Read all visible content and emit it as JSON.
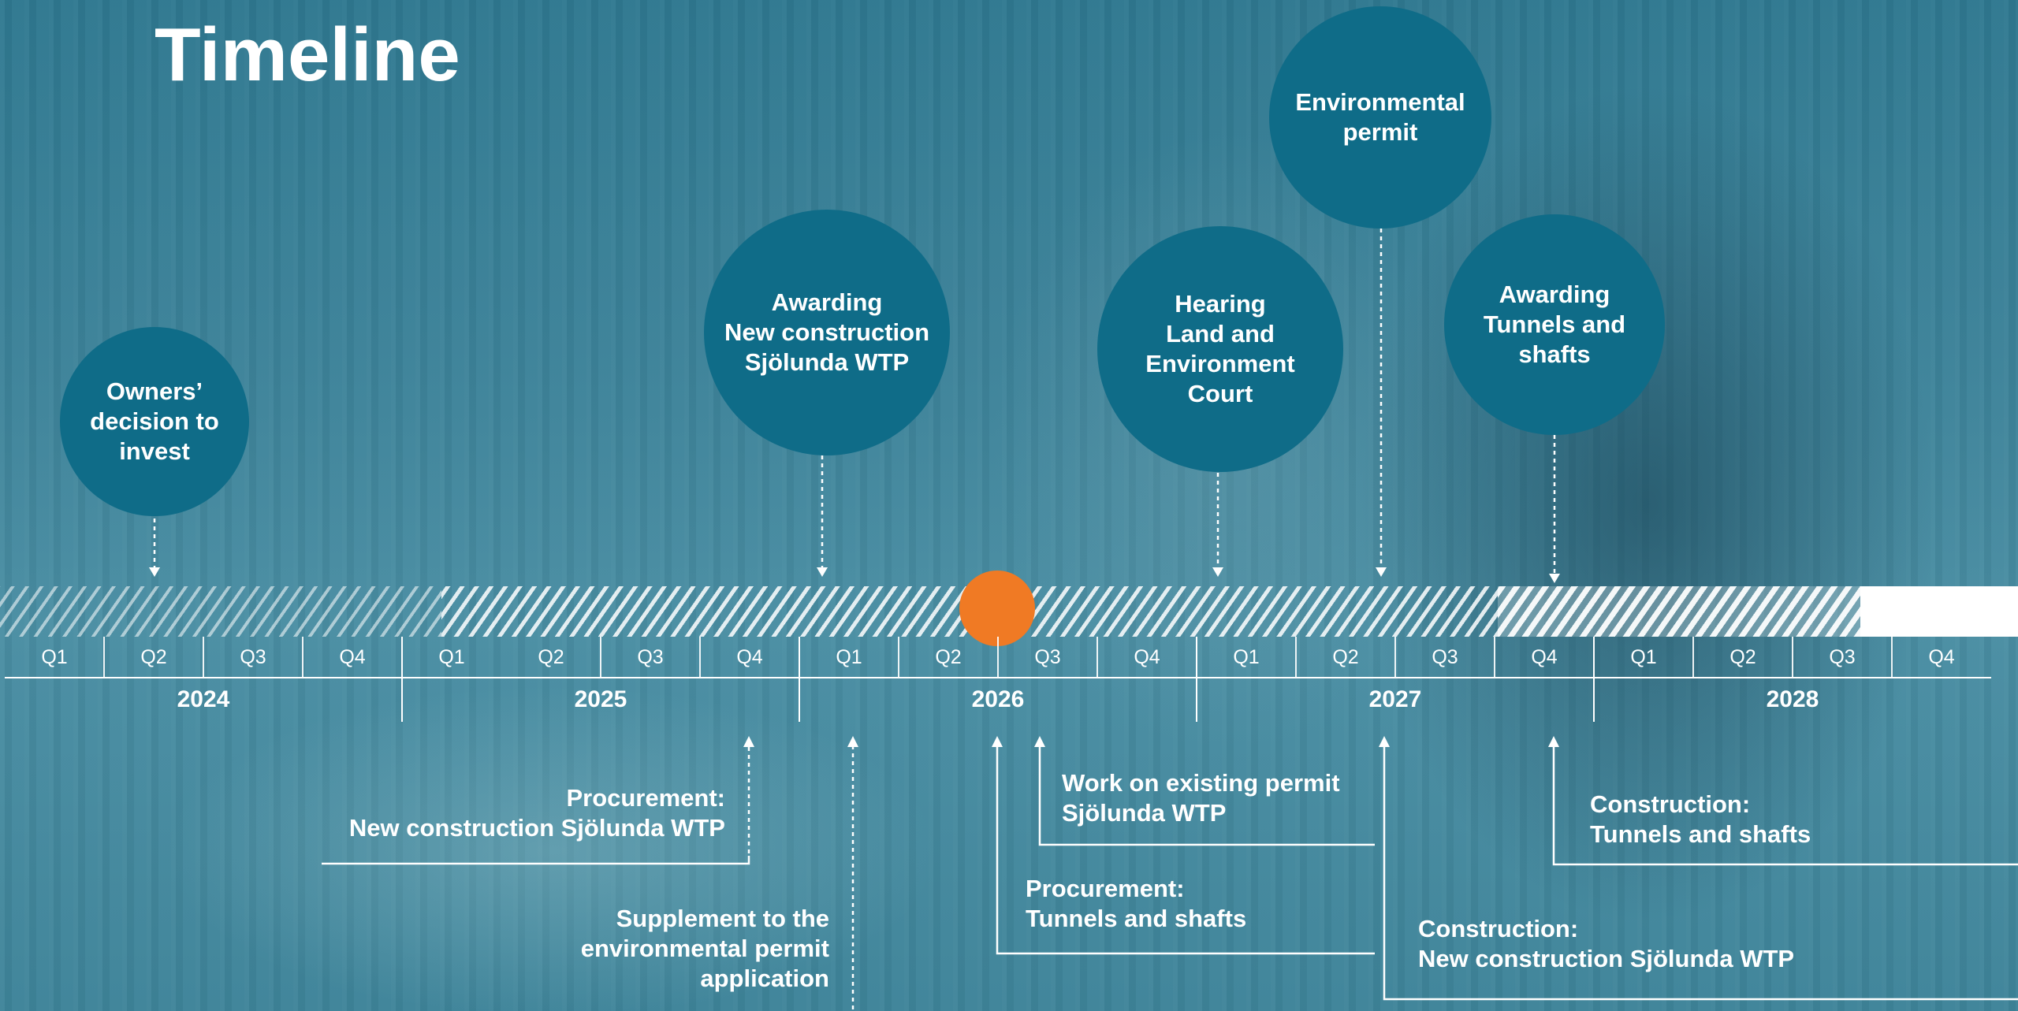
{
  "title": "Timeline",
  "colors": {
    "milestone_circle": "#0f6c88",
    "today_marker": "#f07a24",
    "text": "#ffffff",
    "background": "#3a7f95"
  },
  "milestones": [
    {
      "id": "owners-decision",
      "label": "Owners’\ndecision to\ninvest"
    },
    {
      "id": "awarding-wtp",
      "label": "Awarding\nNew construction\nSjölunda WTP"
    },
    {
      "id": "hearing",
      "label": "Hearing\nLand and\nEnvironment\nCourt"
    },
    {
      "id": "environmental-permit",
      "label": "Environmental\npermit"
    },
    {
      "id": "awarding-tunnels",
      "label": "Awarding\nTunnels and\nshafts"
    }
  ],
  "quarter_labels": [
    "Q1",
    "Q2",
    "Q3",
    "Q4",
    "Q1",
    "Q2",
    "Q3",
    "Q4",
    "Q1",
    "Q2",
    "Q3",
    "Q4",
    "Q1",
    "Q2",
    "Q3",
    "Q4",
    "Q1",
    "Q2",
    "Q3",
    "Q4"
  ],
  "years": [
    "2024",
    "2025",
    "2026",
    "2027",
    "2028"
  ],
  "activities": [
    {
      "id": "procurement-wtp",
      "label": "Procurement:\nNew construction Sjölunda WTP"
    },
    {
      "id": "supplement-permit",
      "label": "Supplement to the\nenvironmental permit\napplication"
    },
    {
      "id": "work-existing-permit",
      "label": "Work on existing permit\nSjölunda WTP"
    },
    {
      "id": "procurement-tunnels",
      "label": "Procurement:\nTunnels and shafts"
    },
    {
      "id": "construction-tunnels",
      "label": "Construction:\nTunnels and shafts"
    },
    {
      "id": "construction-wtp",
      "label": "Construction:\nNew construction Sjölunda WTP"
    }
  ]
}
